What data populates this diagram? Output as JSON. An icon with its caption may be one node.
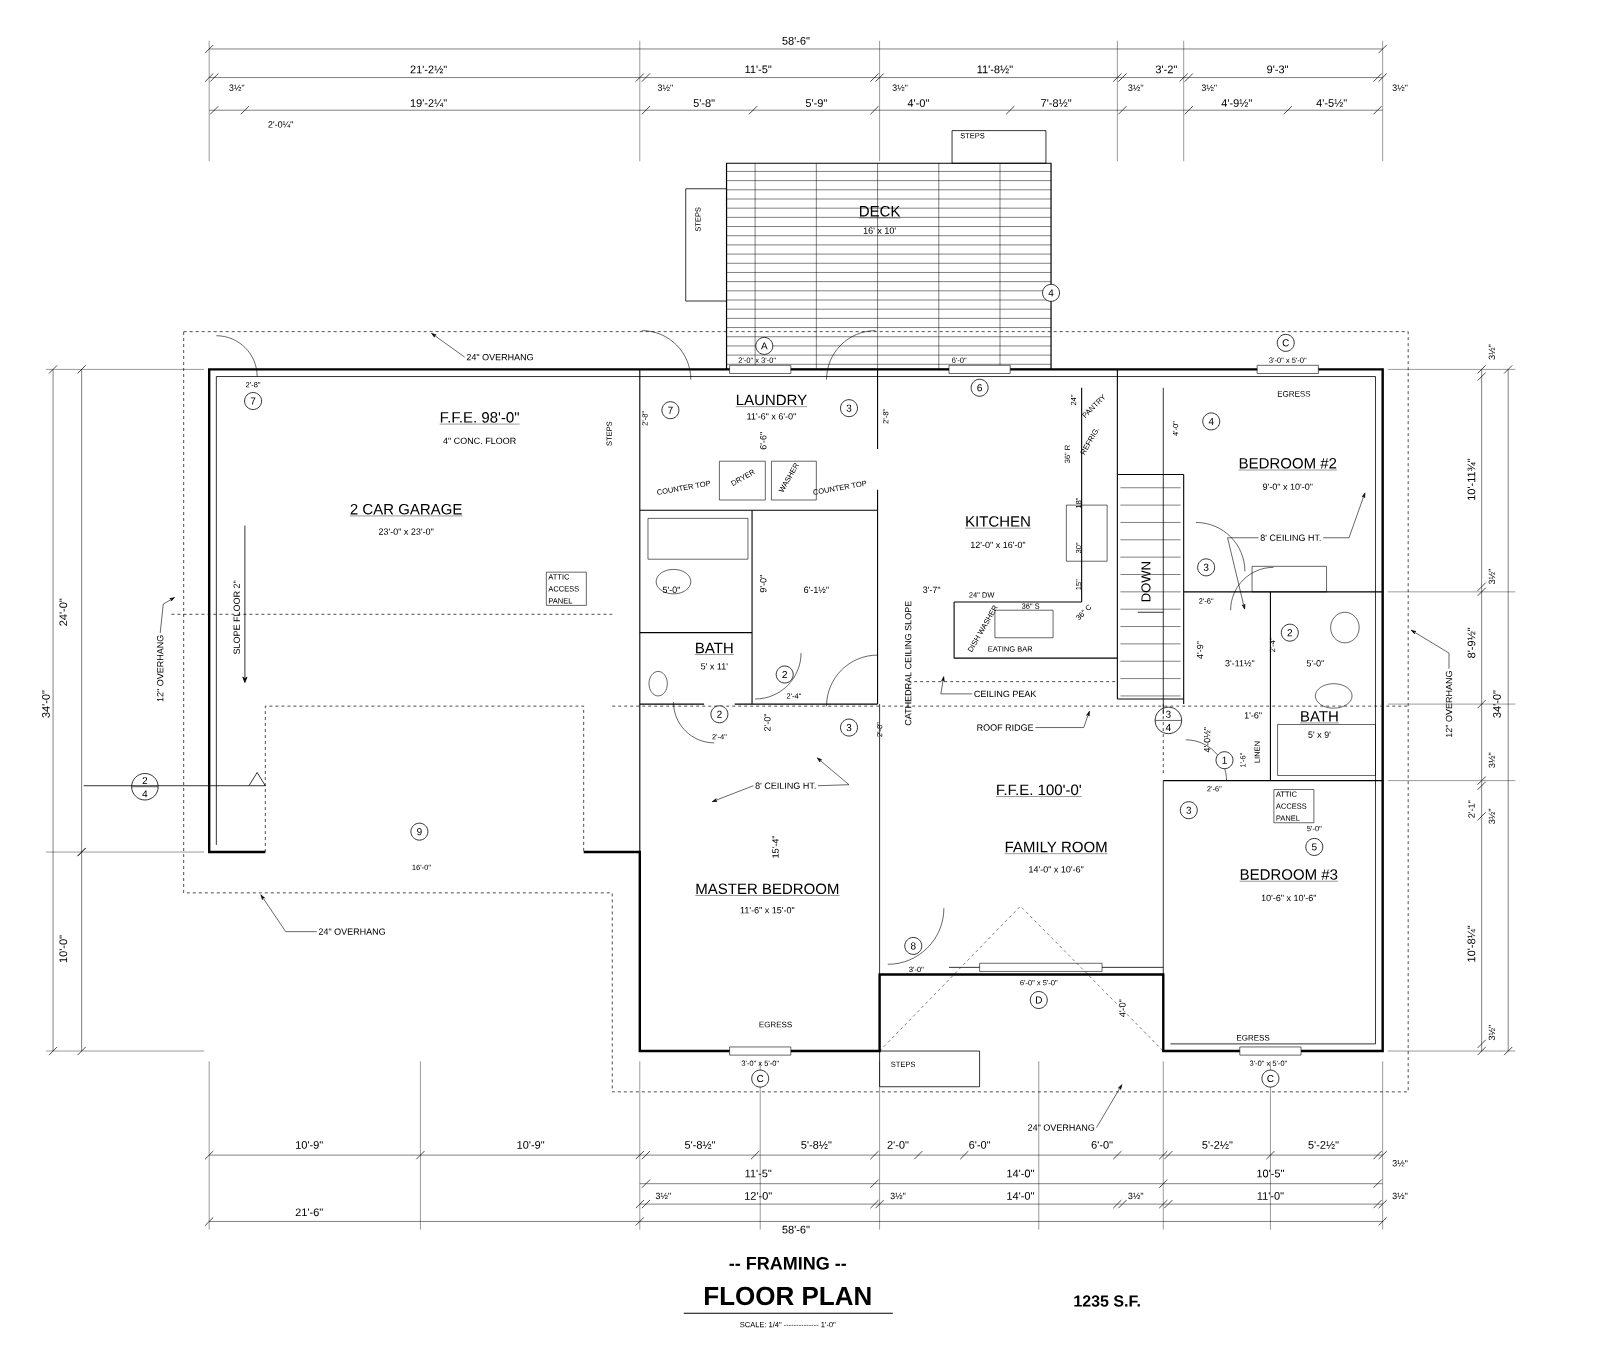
{
  "diagram": {
    "title": "FLOOR PLAN",
    "nodes": [
      {
        "text": [
          "DECK",
          "16' x 10'"
        ]
      },
      {
        "text": [
          "F.F.E. 98'-0\"",
          "4\" CONC. FLOOR",
          "2 CAR GARAGE",
          "23'-0\" x 23'-0\""
        ]
      },
      {
        "text": [
          "LAUNDRY",
          "11'-6\" x 6'-0\""
        ]
      },
      {
        "text": [
          "KITCHEN",
          "12'-0\" x 16'-0\""
        ]
      },
      {
        "text": [
          "BEDROOM #2",
          "9'-0\" x 10'-0\""
        ]
      },
      {
        "text": [
          "BATH",
          "5' x 11'"
        ]
      },
      {
        "text": [
          "BATH",
          "5' x 9'"
        ]
      },
      {
        "text": [
          "MASTER BEDROOM",
          "11'-6\" x 15'-0\""
        ]
      },
      {
        "text": [
          "F.F.E. 100'-0'",
          "FAMILY ROOM",
          "14'-0\" x 10'-6\""
        ]
      },
      {
        "text": [
          "BEDROOM #3",
          "10'-6\" x 10'-6\""
        ]
      },
      {
        "text": [
          "24\" OVERHANG"
        ]
      },
      {
        "text": [
          "12\" OVERHANG"
        ]
      },
      {
        "text": [
          "24\" OVERHANG"
        ]
      },
      {
        "text": [
          "8' CEILING HT."
        ]
      },
      {
        "text": [
          "CEILING PEAK"
        ]
      },
      {
        "text": [
          "ROOF RIDGE"
        ]
      },
      {
        "text": [
          "8' CEILING HT."
        ]
      },
      {
        "text": [
          "12\" OVERHANG"
        ]
      },
      {
        "text": [
          "24\" OVERHANG"
        ]
      }
    ],
    "edges": [
      {
        "from": 10,
        "to": null,
        "arrow": "to"
      },
      {
        "from": 11,
        "to": null,
        "arrow": "to"
      },
      {
        "from": 12,
        "to": null,
        "arrow": "to"
      },
      {
        "from": 13,
        "to": null,
        "arrow": "to"
      },
      {
        "from": 13,
        "to": null,
        "arrow": "to"
      },
      {
        "from": 14,
        "to": null,
        "arrow": "to"
      },
      {
        "from": 15,
        "to": null,
        "arrow": "to"
      },
      {
        "from": 16,
        "to": null,
        "arrow": "to"
      },
      {
        "from": 16,
        "to": null,
        "arrow": "to"
      },
      {
        "from": 17,
        "to": null,
        "arrow": "to"
      },
      {
        "from": 18,
        "to": null,
        "arrow": "to"
      }
    ],
    "labels": [
      "58'-6\"",
      "21'-2½\"",
      "11'-5\"",
      "11'-8½\"",
      "3'-2\"",
      "9'-3\"",
      "3½\"",
      "19'-2¼\"",
      "3½\"",
      "5'-8\"",
      "5'-9\"",
      "3½\"",
      "4'-0\"",
      "7'-8½\"",
      "3½\"",
      "3½\"",
      "4'-9½\"",
      "4'-5½\"",
      "3½\"",
      "2'-0¼\"",
      "STEPS",
      "STEPS",
      "2'-8\"",
      "7",
      "2'-0\" x 3'-0\"",
      "A",
      "6'-0\"",
      "3'-0\" x 5'-0\"",
      "C",
      "6",
      "STEPS",
      "2'-8\"",
      "7",
      "3",
      "2'-8\"",
      "6'-6\"",
      "COUNTER TOP",
      "DRYER",
      "WASHER",
      "COUNTER TOP",
      "PANTRY",
      "24\"",
      "REFRIG.",
      "36\" R",
      "18\"",
      "30\"",
      "15\"",
      "36\" C",
      "24\" DW",
      "36\" S",
      "DISH WASHER",
      "EATING BAR",
      "EGRESS",
      "4",
      "4'-0\"",
      "SLOPE FLOOR 2\"",
      "ATTIC ACCESS PANEL",
      "5'-0\"",
      "9'-0\"",
      "6'-1½\"",
      "3'-7\"",
      "DOWN",
      "CATHEDRAL CEILING SLOPE",
      "3",
      "2'-6\"",
      "4'-9\"",
      "2'-4\"",
      "2",
      "3'-11½\"",
      "5'-0\"",
      "2",
      "2'-4\"",
      "2",
      "2'-4\"",
      "2'-0\"",
      "3",
      "2'-8\"",
      "3",
      "4",
      "1'-6\"",
      "4'-0½\"",
      "1",
      "1'-6\"",
      "LINEN",
      "2'-6\"",
      "2",
      "4",
      "3",
      "ATTIC ACCESS PANEL",
      "5'-0\"",
      "5",
      "9",
      "16'-0\"",
      "15'-4\"",
      "8",
      "3'-0\"",
      "6'-0\" x 5'-0\"",
      "D",
      "4'-0\"",
      "EGRESS",
      "EGRESS",
      "3'-0\" x 5'-0\"",
      "C",
      "STEPS",
      "3'-0\" x 5'-0\"",
      "C",
      "10'-9\"",
      "10'-9\"",
      "5'-8½\"",
      "5'-8½\"",
      "2'-0\"",
      "6'-0\"",
      "6'-0\"",
      "5'-2½\"",
      "5'-2½\"",
      "3½\"",
      "11'-5\"",
      "14'-0\"",
      "10'-5\"",
      "3½\"",
      "12'-0\"",
      "3½\"",
      "14'-0\"",
      "3½\"",
      "11'-0\"",
      "3½\"",
      "21'-6\"",
      "58'-6\"",
      "3½\"",
      "10'-11¾\"",
      "3½\"",
      "8'-9½\"",
      "34'-0\"",
      "3½\"",
      "2'-1\"",
      "3½\"",
      "10'-8¼\"",
      "3½\"",
      "24'-0\"",
      "34'-0\"",
      "10'-0\"",
      "4",
      "-- FRAMING --",
      "1235 S.F.",
      "SCALE: 1/4\" -------------- 1'-0\""
    ]
  }
}
